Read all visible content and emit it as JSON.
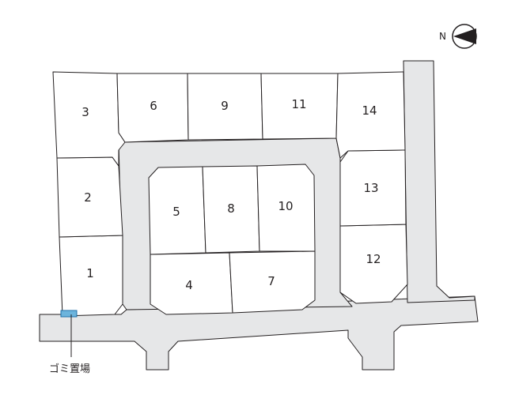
{
  "lots": [
    {
      "id": "1",
      "label": "1"
    },
    {
      "id": "2",
      "label": "2"
    },
    {
      "id": "3",
      "label": "3"
    },
    {
      "id": "4",
      "label": "4"
    },
    {
      "id": "5",
      "label": "5"
    },
    {
      "id": "6",
      "label": "6"
    },
    {
      "id": "7",
      "label": "7"
    },
    {
      "id": "8",
      "label": "8"
    },
    {
      "id": "9",
      "label": "9"
    },
    {
      "id": "10",
      "label": "10"
    },
    {
      "id": "11",
      "label": "11"
    },
    {
      "id": "12",
      "label": "12"
    },
    {
      "id": "13",
      "label": "13"
    },
    {
      "id": "14",
      "label": "14"
    }
  ],
  "facility": {
    "label": "ゴミ置場",
    "color": "#6cb4dc"
  },
  "compass": {
    "letter": "N",
    "icon": "north-arrow-icon"
  },
  "colors": {
    "road": "#e6e7e8",
    "lot": "#ffffff",
    "line": "#231f20"
  }
}
